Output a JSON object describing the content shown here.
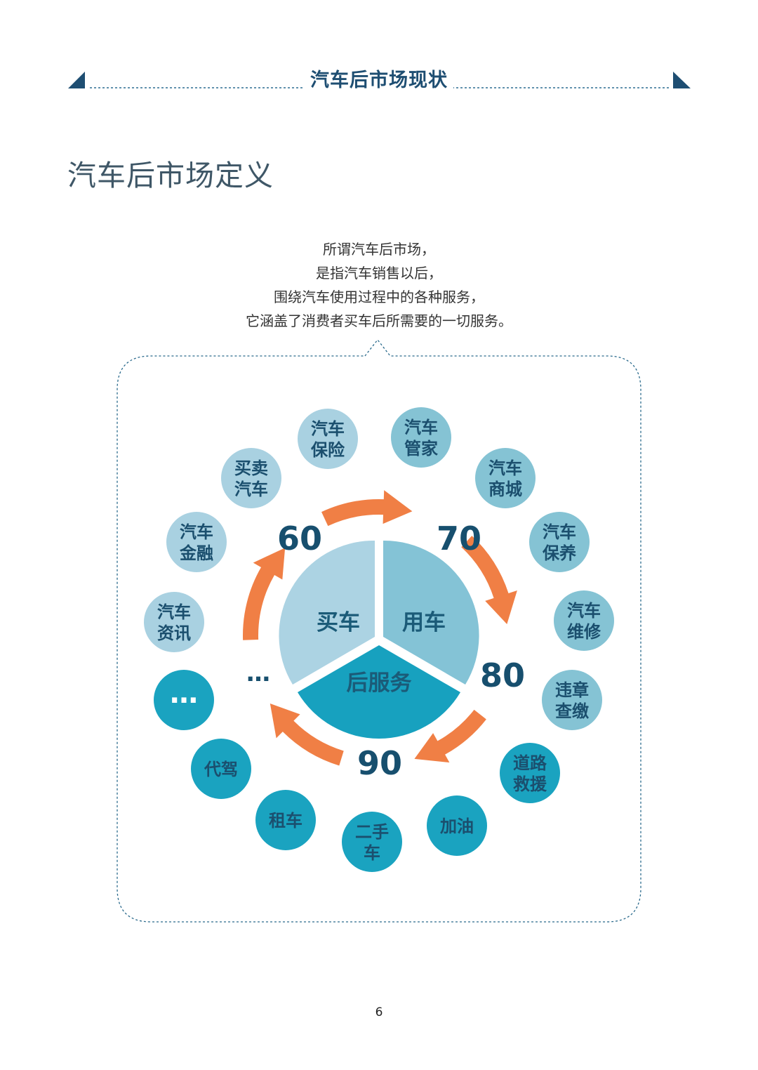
{
  "header": {
    "title": "汽车后市场现状"
  },
  "section_title": "汽车后市场定义",
  "description": [
    "所谓汽车后市场，",
    "是指汽车销售以后，",
    "围绕汽车使用过程中的各种服务，",
    "它涵盖了消费者买车后所需要的一切服务。"
  ],
  "center": {
    "segments": [
      {
        "label": "买车",
        "color": "#acd3e3"
      },
      {
        "label": "用车",
        "color": "#84c3d6"
      },
      {
        "label": "后服务",
        "color": "#17a1bf"
      }
    ],
    "eras": [
      "60",
      "70",
      "80",
      "90",
      "…"
    ],
    "arrow_color": "#f07f45",
    "era_color": "#174f6e"
  },
  "services": [
    {
      "lines": [
        "汽车",
        "保险"
      ]
    },
    {
      "lines": [
        "汽车",
        "管家"
      ]
    },
    {
      "lines": [
        "汽车",
        "商城"
      ]
    },
    {
      "lines": [
        "汽车",
        "保养"
      ]
    },
    {
      "lines": [
        "汽车",
        "维修"
      ]
    },
    {
      "lines": [
        "违章",
        "查缴"
      ]
    },
    {
      "lines": [
        "道路",
        "救援"
      ]
    },
    {
      "lines": [
        "加油"
      ]
    },
    {
      "lines": [
        "二手",
        "车"
      ]
    },
    {
      "lines": [
        "租车"
      ]
    },
    {
      "lines": [
        "代驾"
      ]
    },
    {
      "lines": [
        "…"
      ]
    },
    {
      "lines": [
        "汽车",
        "资讯"
      ]
    },
    {
      "lines": [
        "汽车",
        "金融"
      ]
    },
    {
      "lines": [
        "买卖",
        "汽车"
      ]
    }
  ],
  "page_number": "6"
}
